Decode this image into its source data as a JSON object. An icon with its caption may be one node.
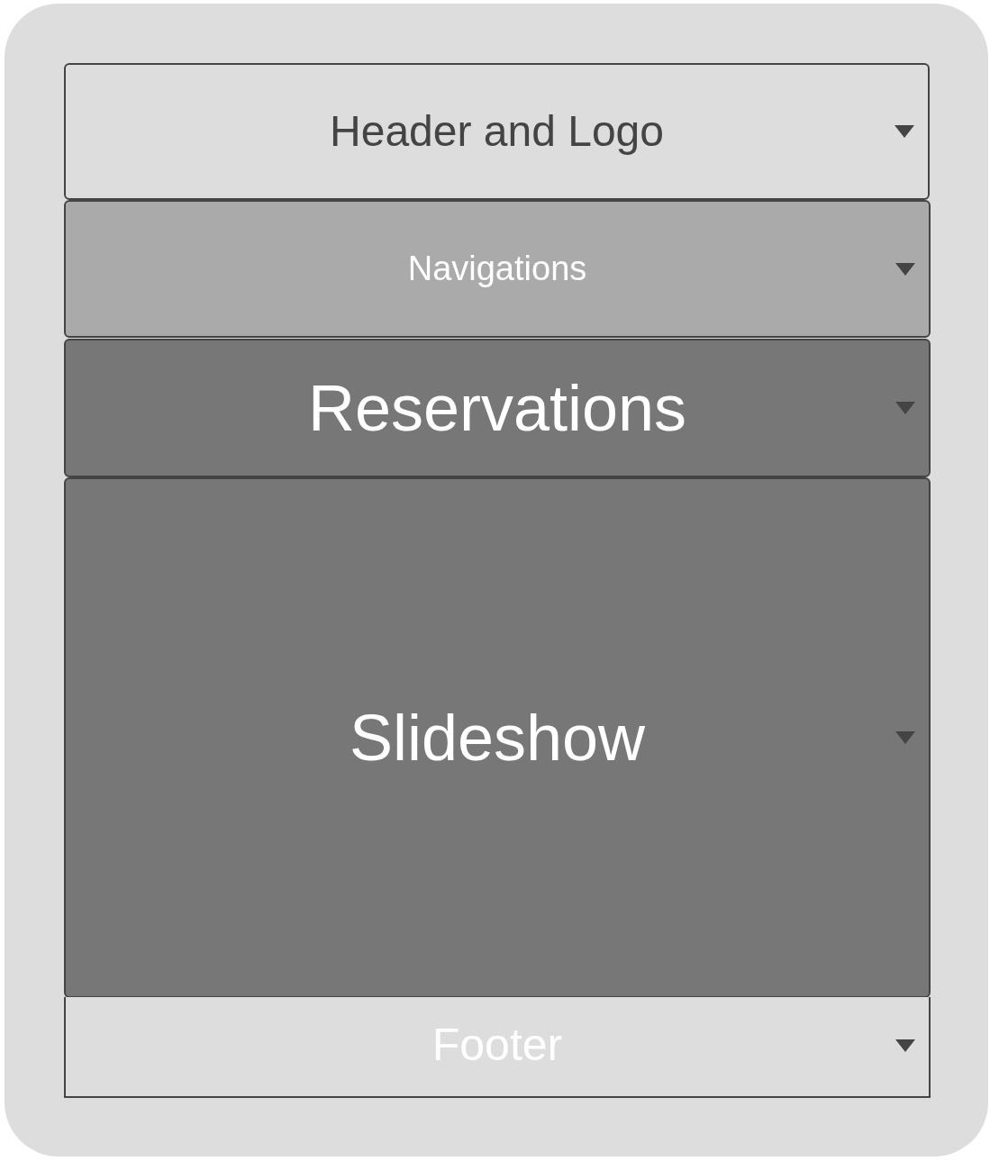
{
  "diagram": {
    "nodes": [
      {
        "text": [],
        "shape": "box"
      },
      {
        "text": [
          "Header and Logo"
        ],
        "in": 0
      },
      {
        "text": [
          "Navigations"
        ],
        "in": 0
      },
      {
        "text": [
          "Reservations"
        ],
        "in": 0
      },
      {
        "text": [
          "Slideshow"
        ],
        "in": 0
      },
      {
        "text": [
          "Footer"
        ],
        "in": 0
      }
    ],
    "edges": []
  }
}
